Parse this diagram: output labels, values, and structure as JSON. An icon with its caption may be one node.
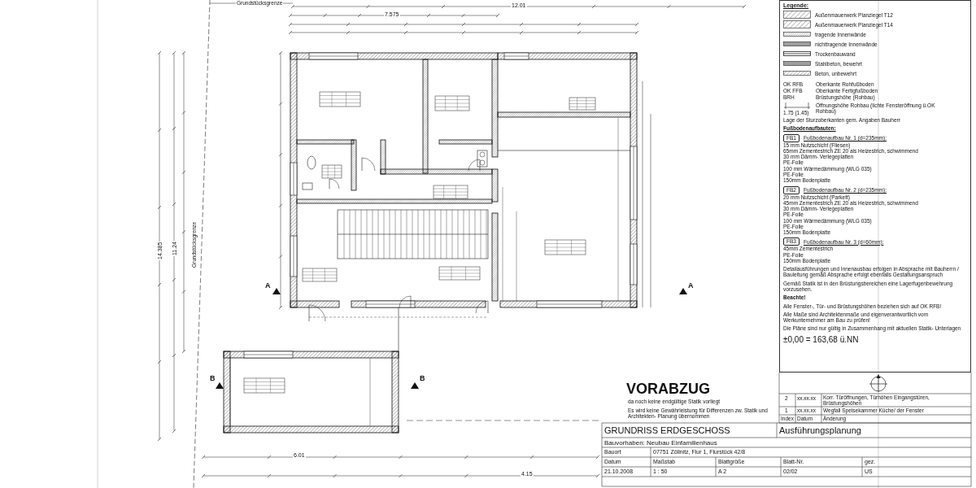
{
  "diagram": {
    "nodes": [
      {
        "text": [
          "FB1"
        ],
        "beside": [
          "Fußbodenaufbau Nr. 1 (d=235mm):"
        ]
      },
      {
        "text": [
          "FB2"
        ],
        "beside": [
          "Fußbodenaufbau Nr. 2 (d=235mm):"
        ]
      },
      {
        "text": [
          "FB3"
        ],
        "beside": [
          "Fußbodenaufbau Nr. 3 (d=60mm):"
        ]
      }
    ],
    "labels": [
      "Grundstücksgrenze",
      "12.01",
      "7.575",
      "14.385",
      "11.24",
      "Grundstücksgrenze",
      "A",
      "A",
      "B",
      "B",
      "6.01",
      "4.15",
      "Legende:",
      "OK RFB",
      "Oberkante Rohfußboden",
      "OK FFB",
      "Oberkante Fertigfußboden",
      "BRH",
      "Brüstungshöhe (Rohbau)",
      "Öffnungshöhe Rohbau (lichte Fensteröffnung ü.OK Rohbau)",
      "1.75 (1.45)",
      "Lage der Sturzoberkanten gem. Angaben Bauherr",
      "Fußbodenaufbauten:",
      "15 mm Nutzschicht (Fliesen)",
      "65mm Zementestrich ZE 20 als Heizestrich, schwimmend",
      "30 mm Dämm- Verlegeplatten",
      "PE-Folie",
      "100 mm Wärmedämmung (WLG 035)",
      "PE-Folie",
      "150mm Bodenplatte",
      "20 mm Nutzschicht (Parkett)",
      "45mm Zementestrich ZE 20 als Heizestrich, schwimmend",
      "30 mm Dämm- Verlegeplatten",
      "PE-Folie",
      "100 mm Wärmedämmung (WLG 035)",
      "PE-Folie",
      "150mm Bodenplatte",
      "45mm Zementestrich",
      "PE-Folie",
      "150mm Bodenplatte",
      "Detailausführungen und Innenausbau erfolgen in Absprache mit Bauherrn / Bauleitung gemäß Absprache erfolgt ebenfalls Gestaltungsanspruch",
      "Gemäß Statik ist in den Brüstungsbereichen eine Lagerfugenbewehrung vorzusehen.",
      "Beachte!",
      "Alle Fenster-, Tür- und Brüstungshöhen beziehen sich auf OK RFB!",
      "Alle Maße sind Architektenmaße und eigenverantwortlich vom Werkunternehmer am Bau zu prüfen!",
      "Die Pläne sind nur gültig in Zusammenhang mit aktuellen Statik- Unterlagen",
      "±0,00 = 163,68 ü.NN",
      "VORABZUG",
      "da noch keine endgültige Statik vorliegt",
      "Es wird keine Gewährleistung für Differenzen zw. Statik und Architekten- Planung übernommen",
      "2",
      "xx.xx.xx",
      "Korr. Türöffnungen, Türhöhen Eingangstüren, Brüstungshöhen",
      "1",
      "xx.xx.xx",
      "Wegfall Speisekammer Küche/ der Fenster",
      "Index",
      "Datum",
      "Änderung",
      "GRUNDRISS ERDGESCHOSS",
      "Ausführungsplanung",
      "Bauvorhaben: Neubau Einfamilienhaus",
      "Bauort",
      "07751 Zöllnitz, Flur 1, Flurstück 42/8",
      "Datum",
      "Maßstab",
      "Blattgröße",
      "Blatt-Nr.",
      "gez.",
      "21.10.2008",
      "1 : 50",
      "A 2",
      "02/02",
      "US"
    ],
    "legend": [
      {
        "text": "Außenmauerwerk Planziegel T12"
      },
      {
        "text": "Außenmauerwerk Planziegel T14"
      },
      {
        "text": "tragende Innenwände"
      },
      {
        "text": "nichttragende Innenwände"
      },
      {
        "text": "Trockenbauwand"
      },
      {
        "text": "Stahlbeton, bewehrt"
      },
      {
        "text": "Beton, unbewehrt"
      }
    ]
  }
}
